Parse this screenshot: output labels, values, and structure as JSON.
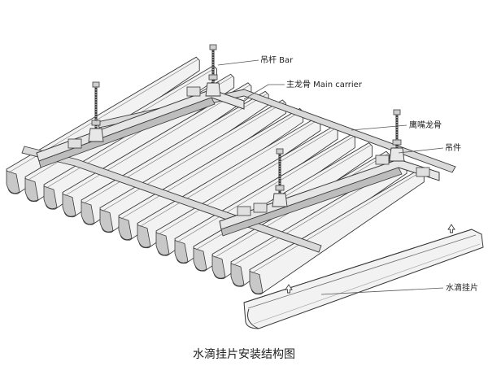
{
  "diagram": {
    "labels": {
      "bar": "吊杆 Bar",
      "main_carrier": "主龙骨 Main carrier",
      "eagle_keel": "鹰嘴龙骨",
      "hanger": "吊件",
      "drip_panel": "水滴挂片"
    },
    "caption": "水滴挂片安装结构图"
  },
  "colors": {
    "line": "#3a3a3a",
    "panel_light": "#f2f2f2",
    "panel_shade": "#c8c8c8",
    "carrier_fill": "#e6e6e6"
  }
}
